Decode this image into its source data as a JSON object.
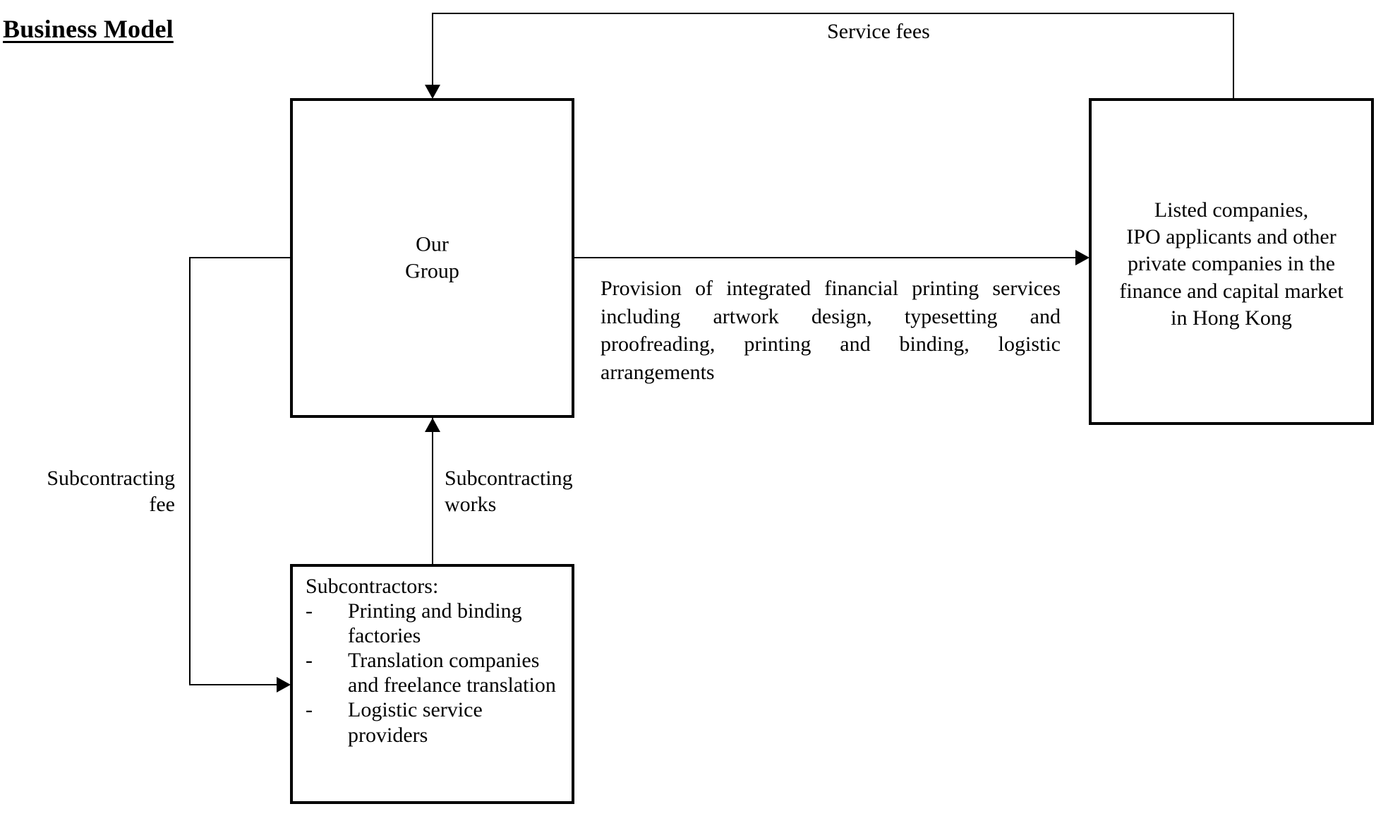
{
  "title": "Business Model",
  "nodes": {
    "our_group": {
      "label": "Our\nGroup"
    },
    "clients": {
      "label": "Listed companies,\nIPO applicants and other\nprivate companies in the\nfinance and capital market\nin Hong Kong"
    },
    "subcontractors": {
      "heading": "Subcontractors:",
      "dash": "-",
      "items": [
        "Printing and binding factories",
        "Translation companies and freelance translation",
        "Logistic service providers"
      ]
    }
  },
  "edges": {
    "service_fees": "Service fees",
    "subcontracting_fee": "Subcontracting\nfee",
    "subcontracting_works": "Subcontracting\nworks",
    "services_description": "Provision of integrated financial printing services including artwork design, typesetting and proofreading, printing and binding, logistic arrangements"
  },
  "colors": {
    "line": "#000000",
    "background": "#ffffff",
    "text": "#000000"
  }
}
